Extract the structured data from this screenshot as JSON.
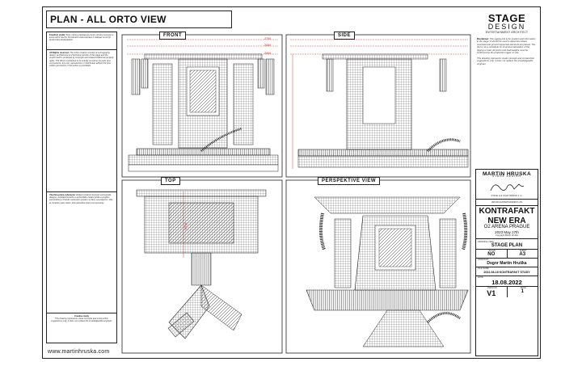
{
  "title": "PLAN - ALL ORTO VIEW",
  "views": {
    "front": "FRONT",
    "side": "SIDE",
    "top": "TOP",
    "perspective": "PERSPEKTIVE VIEW"
  },
  "heights": [
    "27M",
    "26M",
    "24M"
  ],
  "footer_url": "www.martinhruska.com",
  "left_notes": {
    "cz_heading": "Kreativní studie",
    "cz_text": "Tento výkres představuje pouze vizuální koncepci a konstrukční návrhy. Konstrukční dokumentace k realizaci musí být zpracována dodavatelem.",
    "copyright_heading": "All Rights reserved.",
    "copyright_text": "The entire creative concept of scenography, design, architectural and technical solution of the stage and the project itself is protected by copyright and related intellectual property rights. The Work is protected in its entirety as well as its parts and components. Any use, reproduction or distribution without the prior written permission of the author is prohibited.",
    "cz2_heading": "Všechna práva vyhrazena",
    "cz2_text": "Veškerý kreativní koncept scénografie, designu, architektonického a technického řešení pódia a projektu samotného je chráněn autorským právem a právy souvisejícími. Dílo je chráněno jako celek i jeho jednotlivé části a komponenty.",
    "creative_heading": "Creative study",
    "creative_text": "This drawing represents visual concepts and construction suggestions only. It does not replace the knowledgeable engineer."
  },
  "right": {
    "logo_top": "STAGE",
    "logo_mid": "DESIGN",
    "logo_sub": "ENTERTAINMENT ARCHITECT",
    "disclaimer_heading": "Disclaimer:",
    "disclaimer_text": "The rigging plot is for position and information in the stage. It should be used to determine where overhead and ground supported elements are placed. The plot is not a substitute for structural calculation of the rigging or load. All points and load weights must be confirmed by the production rigger on site.",
    "disclaimer_text2": "This drawing represents visual concepts and construction suggestions only. It does not replace the knowledgeable engineer.",
    "brand_name": "MARTIN HRUSKA",
    "brand_sub": "STAGE DESIGN",
    "address": "STAGE and LIGHT DESIGN s.r.o.",
    "company": "HRUSKA ENTERTAINMENT LTD",
    "event_line1": "KONTRAFAKT",
    "event_line2": "NEW ERA",
    "venue": "O2 ARENA PRAGUE",
    "event_date": "2023 May 27th",
    "copyright": "Copyright Martin Hruška",
    "drawing_label": "DRAWING VIEW",
    "drawing_title": "STAGE PLAN",
    "scale_label": "SCALE",
    "scale_value": "NO",
    "sheet_label": "SHEET",
    "sheet_value": "A3",
    "drawn_label": "DRAWN BY",
    "drawn_value": "Dsgnr Martin Hruška",
    "file_label": "FILE NAME",
    "file_value": "2022-08-18 KONTRAFAKT STUDY",
    "date_label": "DATE",
    "date_value": "18.08.2022",
    "version_label": "VERSION",
    "version_value": "V1",
    "page_label": "PAGE",
    "page_value": "1"
  },
  "colors": {
    "dim": "#cc2222",
    "line": "#222222"
  }
}
